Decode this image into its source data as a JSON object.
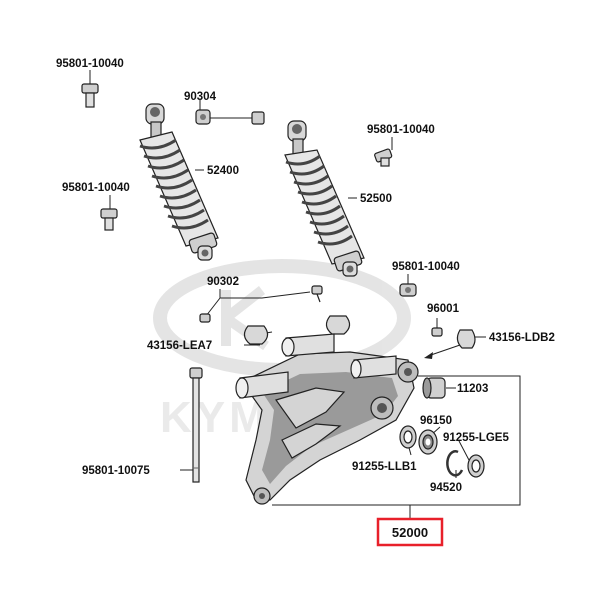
{
  "watermark": {
    "text": "KYMCO"
  },
  "highlight_color": "#e8202a",
  "parts": {
    "bolt_top_left": "95801-10040",
    "nut_top": "90304",
    "shock_left": "52400",
    "bolt_top_right": "95801-10040",
    "shock_right": "52500",
    "bolt_mid_left": "95801-10040",
    "bolt_mid_right": "95801-10040",
    "screw_clamp_left": "90302",
    "screw_right": "96001",
    "clamp_left": "43156-LEA7",
    "clamp_right": "43156-LDB2",
    "bushing": "11203",
    "bearing_outer": "96150",
    "seal_right": "91255-LGE5",
    "seal_left": "91255-LLB1",
    "circlip": "94520",
    "long_bolt": "95801-10075",
    "swing_arm": "52000"
  }
}
